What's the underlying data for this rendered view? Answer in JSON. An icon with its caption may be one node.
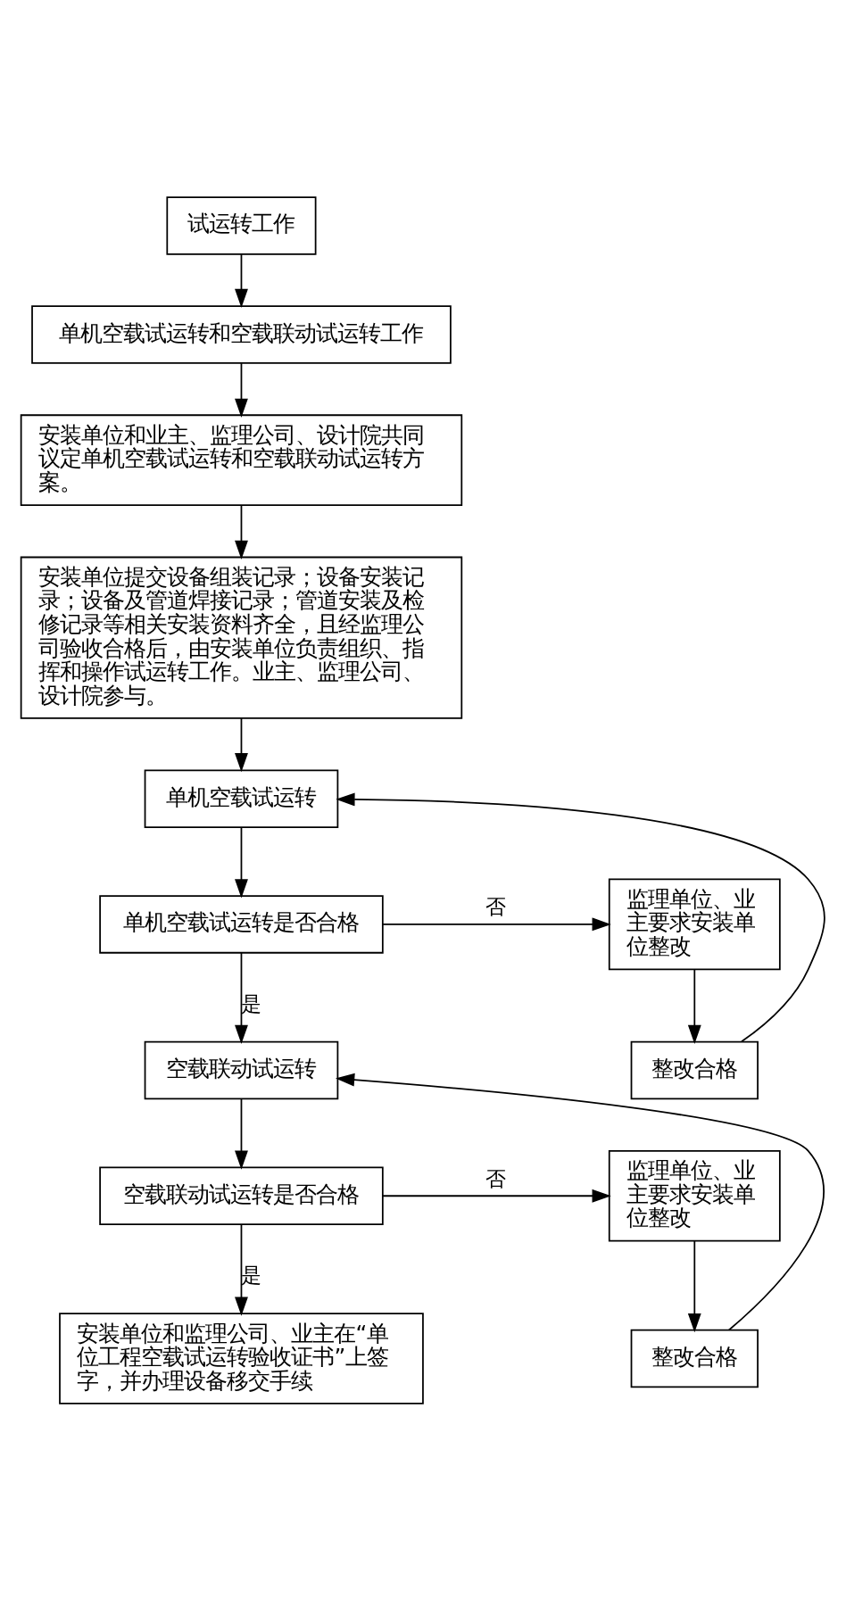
{
  "diagram": {
    "nodes": [
      {
        "text": [
          "试运转工作"
        ]
      },
      {
        "text": [
          "单机空载试运转和空载联动试运转工作"
        ]
      },
      {
        "text": [
          "安装单位和业主、监理公司、设计院共同议定单机空载试运转和空载联动试运转方案。"
        ]
      },
      {
        "text": [
          "安装单位提交设备组装记录；设备安装记录；设备及管道焊接记录；管道安装及检修记录等相关安装资料齐全，且经监理公司验收合格后，由安装单位负责组织、指挥和操作试运转工作。业主、监理公司、设计院参与。"
        ]
      },
      {
        "text": [
          "单机空载试运转"
        ]
      },
      {
        "text": [
          "单机空载试运转是否合格"
        ]
      },
      {
        "text": [
          "监理单位、业主要求安装单位整改"
        ]
      },
      {
        "text": [
          "整改合格"
        ]
      },
      {
        "text": [
          "空载联动试运转"
        ]
      },
      {
        "text": [
          "空载联动试运转是否合格"
        ]
      },
      {
        "text": [
          "监理单位、业主要求安装单位整改"
        ]
      },
      {
        "text": [
          "整改合格"
        ]
      },
      {
        "text": [
          "安装单位和监理公司、业主在“单位工程空载试运转验收证书”上签字，并办理设备移交手续"
        ]
      }
    ],
    "edges": [
      {
        "from": 0,
        "to": 1,
        "arrow": "to"
      },
      {
        "from": 1,
        "to": 2,
        "arrow": "to"
      },
      {
        "from": 2,
        "to": 3,
        "arrow": "to"
      },
      {
        "from": 3,
        "to": 4,
        "arrow": "to"
      },
      {
        "from": 4,
        "to": 5,
        "arrow": "to"
      },
      {
        "from": 5,
        "to": 6,
        "arrow": "to",
        "label": "否"
      },
      {
        "from": 6,
        "to": 7,
        "arrow": "to"
      },
      {
        "from": 7,
        "to": 4,
        "arrow": "to"
      },
      {
        "from": 5,
        "to": 8,
        "arrow": "to",
        "label": "是"
      },
      {
        "from": 8,
        "to": 9,
        "arrow": "to"
      },
      {
        "from": 9,
        "to": 10,
        "arrow": "to",
        "label": "否"
      },
      {
        "from": 10,
        "to": 11,
        "arrow": "to"
      },
      {
        "from": 11,
        "to": 8,
        "arrow": "to"
      },
      {
        "from": 9,
        "to": 12,
        "arrow": "to",
        "label": "是"
      }
    ]
  }
}
